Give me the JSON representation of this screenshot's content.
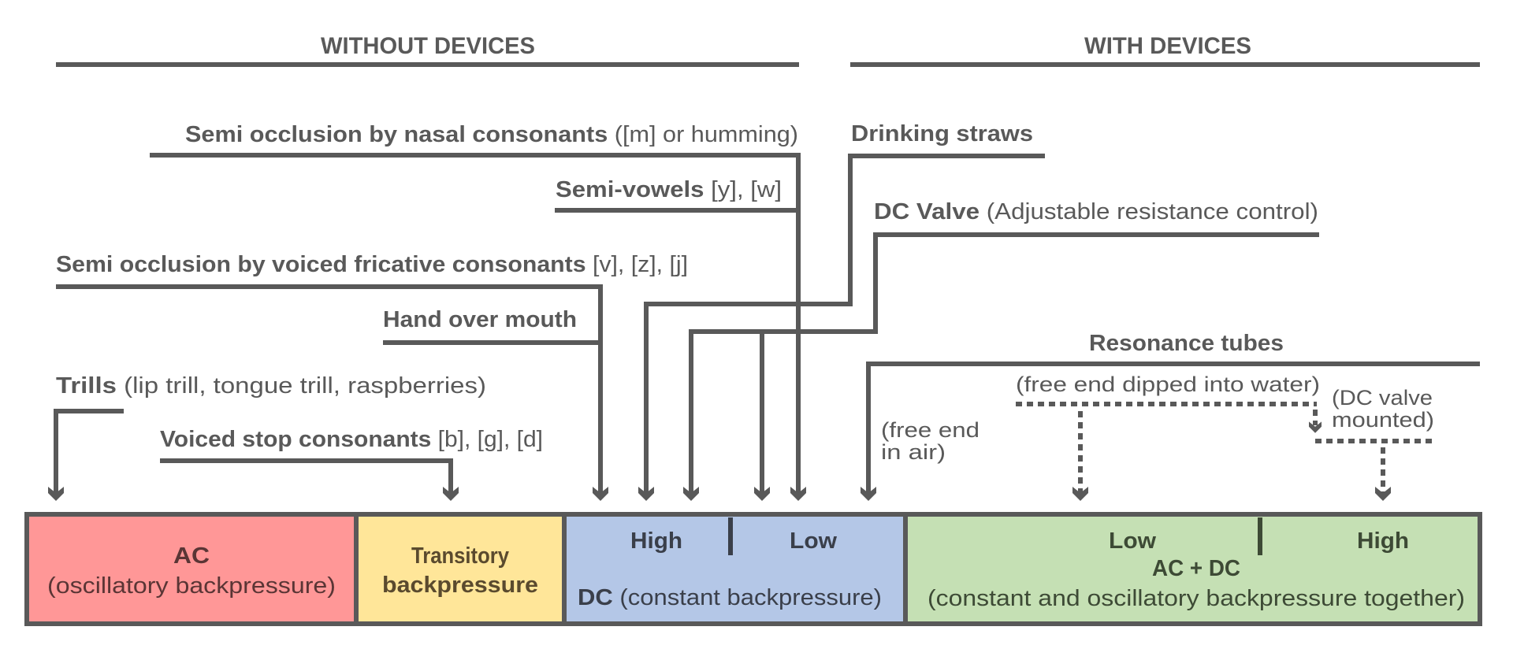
{
  "sections": {
    "without_devices": "WITHOUT DEVICES",
    "with_devices": "WITH DEVICES"
  },
  "techniques": {
    "nasal": {
      "bold": "Semi occlusion by nasal consonants",
      "rest": " ([m] or humming)"
    },
    "semivowels": {
      "bold": "Semi-vowels",
      "rest": " [y], [w]"
    },
    "fricative": {
      "bold": "Semi occlusion by voiced fricative consonants",
      "rest": " [v], [z], [j]"
    },
    "hand": {
      "bold": "Hand over mouth",
      "rest": ""
    },
    "trills": {
      "bold": "Trills",
      "rest": " (lip trill, tongue trill, raspberries)"
    },
    "voiced_stop": {
      "bold": "Voiced stop consonants",
      "rest": " [b], [g], [d]"
    },
    "straws": {
      "bold": "Drinking straws",
      "rest": ""
    },
    "dc_valve": {
      "bold": "DC Valve",
      "rest": " (Adjustable resistance control)"
    },
    "resonance": {
      "bold": "Resonance tubes",
      "rest": ""
    }
  },
  "resonance_notes": {
    "air_line1": "(free end",
    "air_line2": "in air)",
    "water": "(free end dipped into water)",
    "valve_line1": "(DC valve",
    "valve_line2": "mounted)"
  },
  "categories": [
    {
      "id": "ac",
      "title": "AC",
      "subtitle": "(oscillatory backpressure)",
      "color": "#ff9797",
      "text_color": "#5a3535"
    },
    {
      "id": "transitory",
      "title": "Transitory",
      "subtitle": "backpressure",
      "color": "#ffe699",
      "text_color": "#5a4a2e"
    },
    {
      "id": "dc",
      "title": "DC",
      "subtitle": " (constant backpressure)",
      "left_level": "High",
      "right_level": "Low",
      "color": "#b4c7e7",
      "text_color": "#3a3f4a"
    },
    {
      "id": "acdc",
      "title": "AC + DC",
      "subtitle": "(constant and oscillatory backpressure together)",
      "left_level": "Low",
      "right_level": "High",
      "color": "#c5e0b4",
      "text_color": "#3d4a35"
    }
  ],
  "colors": {
    "ink": "#595959",
    "border": "#595959"
  }
}
